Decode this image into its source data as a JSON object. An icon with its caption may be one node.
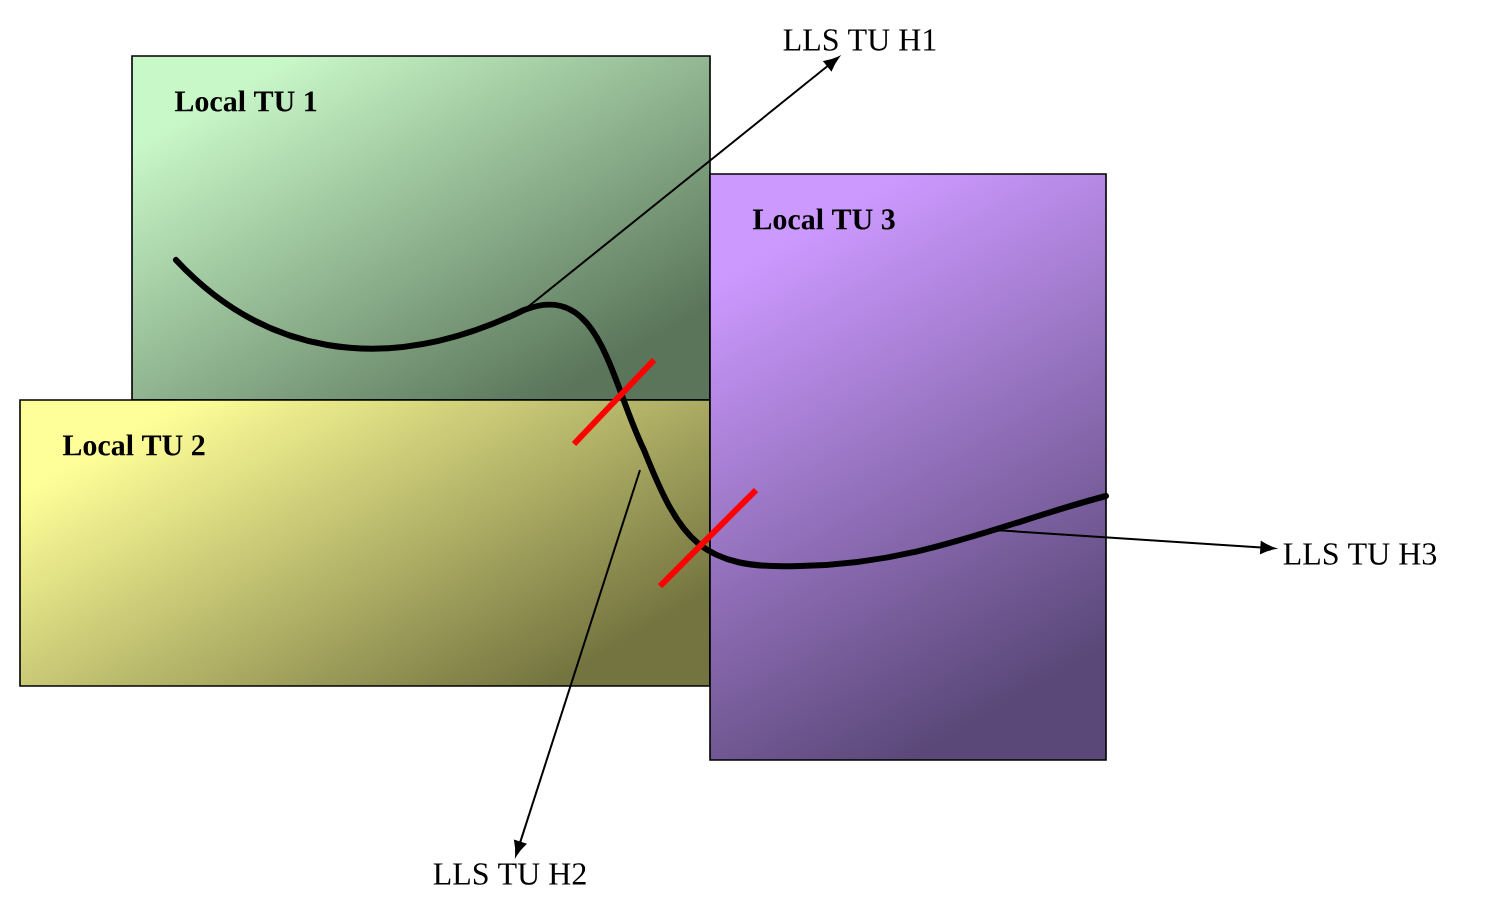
{
  "diagram": {
    "nodes": [
      {
        "text": [
          "Local TU 1"
        ]
      },
      {
        "text": [
          "Local TU 2"
        ]
      },
      {
        "text": [
          "Local TU 3"
        ]
      },
      {
        "text": [
          "LLS TU H1"
        ]
      },
      {
        "text": [
          "LLS TU H2"
        ]
      },
      {
        "text": [
          "LLS TU H3"
        ]
      },
      {
        "text": [],
        "shape": "curve"
      }
    ],
    "edges": [
      {
        "from": 6,
        "to": 3,
        "arrow": "to"
      },
      {
        "from": 6,
        "to": 4,
        "arrow": "to"
      },
      {
        "from": 6,
        "to": 5,
        "arrow": "to"
      }
    ]
  }
}
